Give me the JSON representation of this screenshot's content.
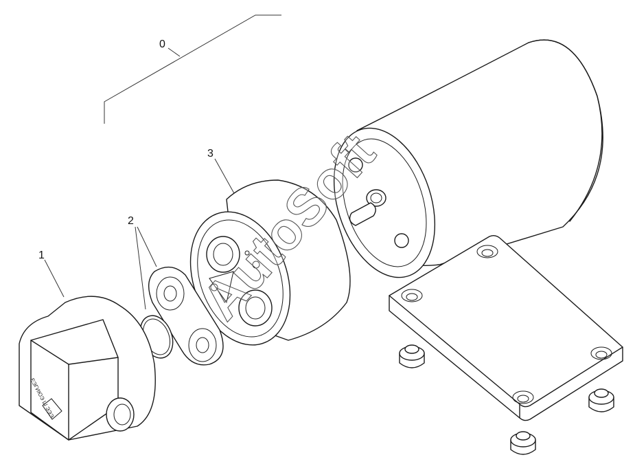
{
  "callouts": [
    {
      "id": "0",
      "label": "0"
    },
    {
      "id": "1",
      "label": "1"
    },
    {
      "id": "2",
      "label": "2"
    },
    {
      "id": "3",
      "label": "3"
    }
  ],
  "body_marking": "ЕЭГИЮЭ Ш ЭЭЭ",
  "watermark": "AutoSoft",
  "colors": {
    "line": "#1a1a1a",
    "background": "#ffffff"
  }
}
